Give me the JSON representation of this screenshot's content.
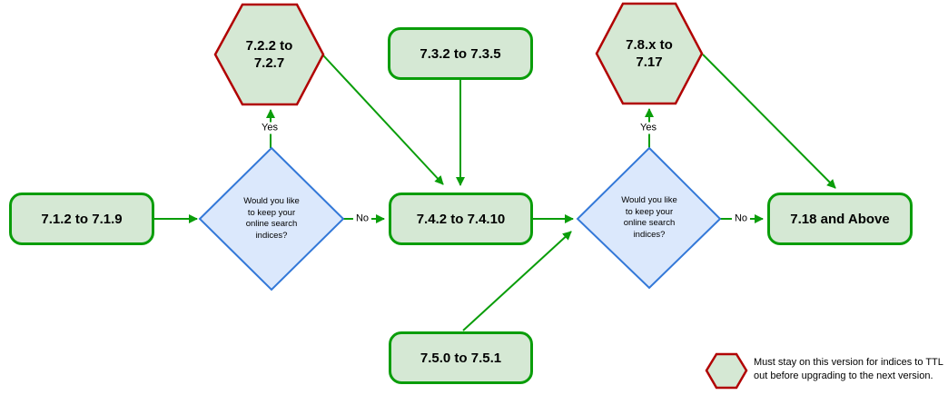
{
  "colors": {
    "background": "#ffffff",
    "text": "#000000",
    "node_border_green": "#0a9d0a",
    "node_fill_green": "#d5e8d4",
    "arrow_green": "#0a9d0a",
    "decision_border_blue": "#3378d8",
    "decision_fill_blue": "#dbe8fc",
    "ttl_border_red": "#b10303"
  },
  "nodes": {
    "v712": {
      "label": "7.1.2 to 7.1.9"
    },
    "hex722": {
      "lines": [
        "7.2.2 to",
        "7.2.7"
      ]
    },
    "v732": {
      "label": "7.3.2 to 7.3.5"
    },
    "v742": {
      "label": "7.4.2 to 7.4.10"
    },
    "v750": {
      "label": "7.5.0 to 7.5.1"
    },
    "hex78x": {
      "lines": [
        "7.8.x to",
        "7.17"
      ]
    },
    "v718": {
      "label": "7.18 and Above"
    },
    "decision1": {
      "lines": [
        "Would you like",
        "to keep your",
        "online search",
        "indices?"
      ]
    },
    "decision2": {
      "lines": [
        "Would you like",
        "to keep your",
        "online search",
        "indices?"
      ]
    }
  },
  "edge_labels": {
    "decision1_yes": "Yes",
    "decision1_no": "No",
    "decision2_yes": "Yes",
    "decision2_no": "No"
  },
  "legend": {
    "text_lines": [
      "Must stay on this version for indices to TTL",
      "out before upgrading to the next version."
    ]
  }
}
